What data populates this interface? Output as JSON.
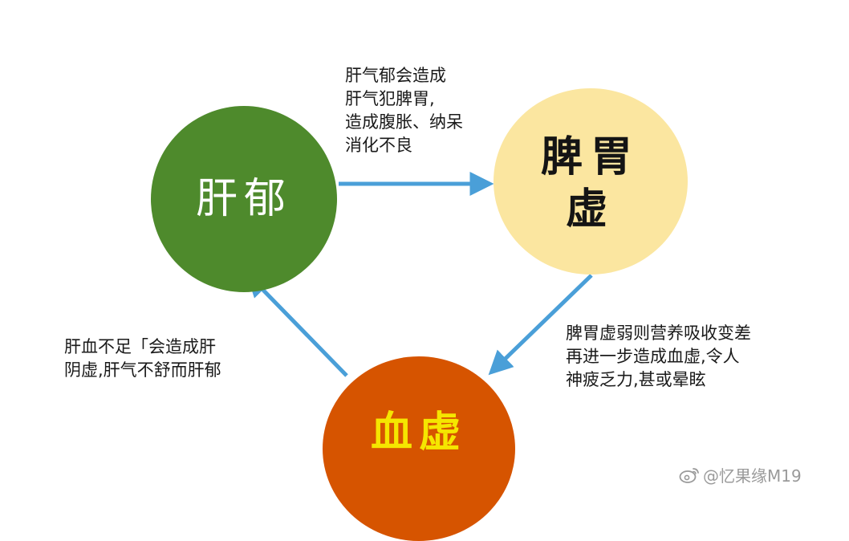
{
  "nodes": {
    "liver_stagnation": "肝郁",
    "spleen_stomach_line1": "脾胃",
    "spleen_stomach_line2": "虚",
    "blood_deficiency": "血虚"
  },
  "edges": {
    "liver_to_spleen": [
      "肝气郁会造成",
      "肝气犯脾胃,",
      "造成腹胀、纳呆",
      "消化不良"
    ],
    "spleen_to_blood": [
      "脾胃虚弱则营养吸收变差",
      "再进一步造成血虚,令人",
      "神疲乏力,甚或晕眩"
    ],
    "blood_to_liver": [
      "肝血不足「会造成肝",
      "阴虚,肝气不舒而肝郁"
    ]
  },
  "watermark": "@忆果缘M19",
  "colors": {
    "liver_node": "#4e8a2c",
    "spleen_node": "#fbe6a0",
    "blood_node": "#d65400",
    "blood_text": "#f5e600",
    "arrow": "#4a9fd8"
  }
}
